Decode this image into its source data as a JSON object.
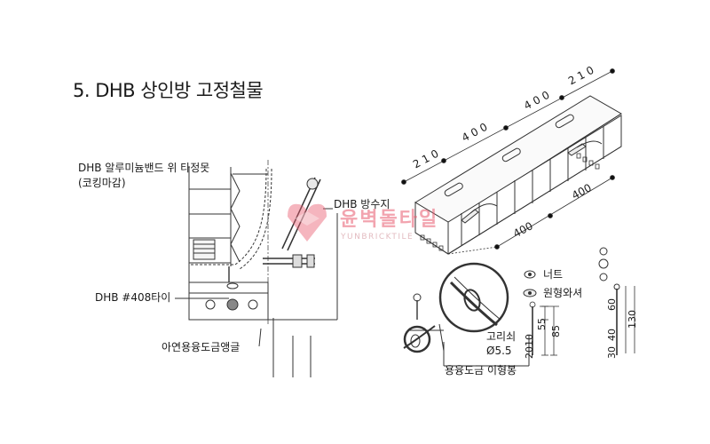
{
  "title": "5. DHB 상인방 고정철물",
  "labels": {
    "rivet": "DHB 알루미늄밴드 위 타정못",
    "rivet_sub": "(코킹마감)",
    "waterproof": "DHB 방수지",
    "tie": "DHB #408타이",
    "angle": "아연용융도금앵글",
    "nut": "너트",
    "washer": "원형와셔",
    "ring": "고리쇠",
    "ring_dim": "Ø5.5",
    "rod": "용융도금 이형봉"
  },
  "dimensions": {
    "top_left": "2 1 0",
    "top_mid1": "4 0 0",
    "top_mid2": "4 0 0",
    "top_right": "2 1 0",
    "bottom_right": "400",
    "bottom_mid": "400",
    "rod_a": "55",
    "rod_b": "85",
    "rod_c": "2010",
    "washer_a": "60",
    "washer_b": "130",
    "washer_c": "40",
    "washer_d": "30"
  },
  "watermark": {
    "text": "윤벽돌타일",
    "sub": "YUNBRICKTILE"
  },
  "colors": {
    "line": "#333333",
    "watermark": "#e85a6e"
  }
}
